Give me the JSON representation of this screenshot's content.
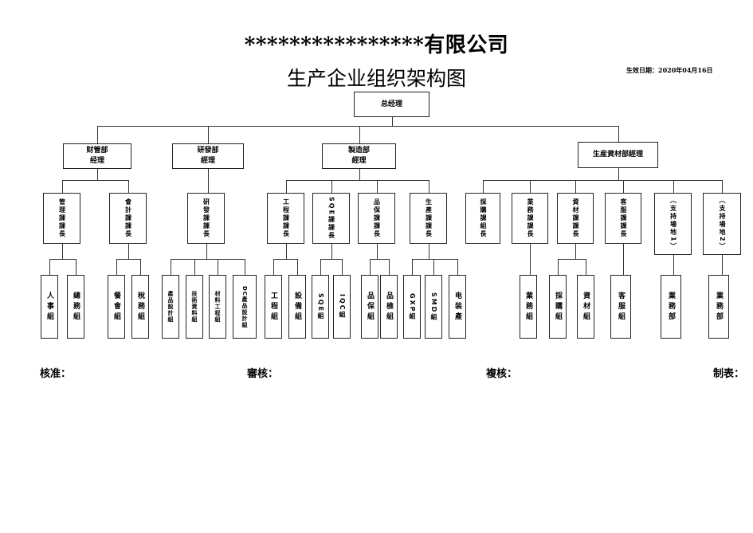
{
  "header": {
    "company": "****************有限公司",
    "title": "生产企业组织架构图",
    "effective_date": "生效日期：2020年04月16日"
  },
  "org": {
    "root": "总经理",
    "departments": [
      "财管部\n经理",
      "研發部\n經理",
      "製造部\n經理",
      "生産資材部經理"
    ],
    "sections": [
      "管理課課長",
      "會計課課長",
      "研發課課長",
      "工程課課長",
      "SQE課課長",
      "品保課課長",
      "生產課課長",
      "採購課組長",
      "業務課課長",
      "資材課課長",
      "客服課課長",
      "（支持場地1）",
      "（支持場地2）"
    ],
    "groups": [
      "人事組",
      "總務組",
      "餐會組",
      "稅務組",
      "產品設計組",
      "技術資料組",
      "材料工程組",
      "DC產品設計組",
      "工程組",
      "設備組",
      "SQE組",
      "IQC組",
      "品保組",
      "品檢組",
      "GXP組",
      "SMD組",
      "电装產",
      "業務組",
      "採購組",
      "資材組",
      "客服組",
      "業務部",
      "業務部"
    ]
  },
  "signatures": [
    "核准：",
    "審核：",
    "複核：",
    "制表："
  ]
}
